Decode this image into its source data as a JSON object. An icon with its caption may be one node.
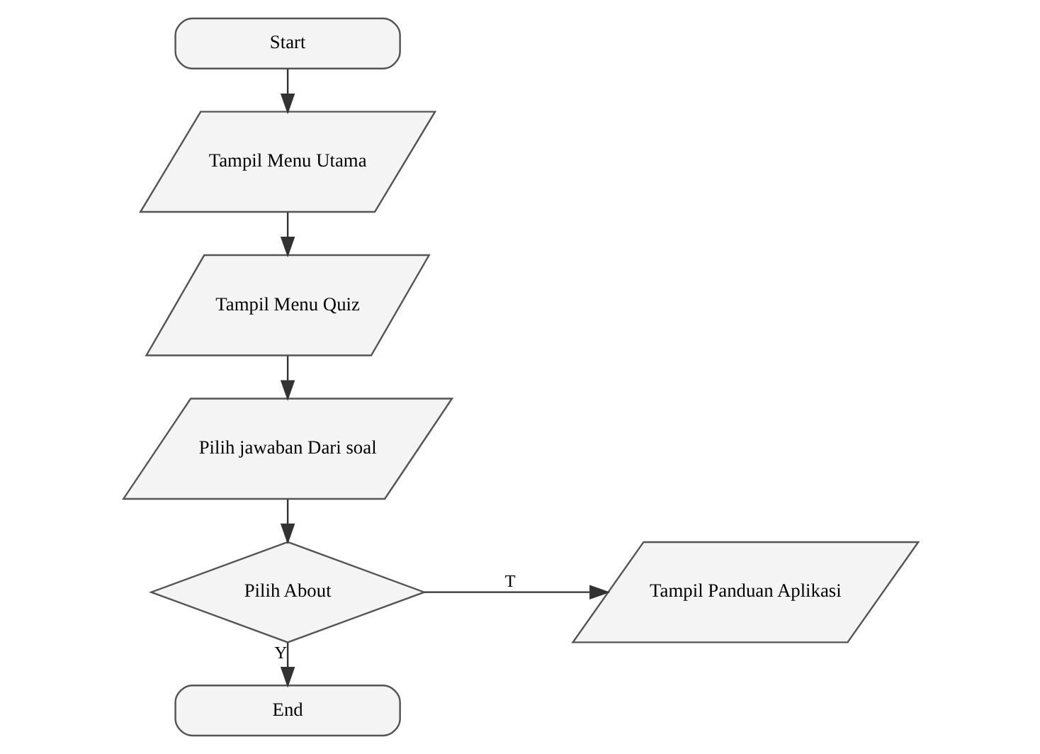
{
  "diagram": {
    "nodes": [
      {
        "text": [
          "Start"
        ]
      },
      {
        "text": [
          "Tampil Menu Utama"
        ]
      },
      {
        "text": [
          "Tampil Menu Quiz"
        ]
      },
      {
        "text": [
          "Pilih jawaban Dari soal"
        ]
      },
      {
        "text": [
          "Pilih About"
        ]
      },
      {
        "text": [
          "Tampil Panduan Aplikasi"
        ]
      },
      {
        "text": [
          "End"
        ]
      }
    ],
    "edges": [
      {
        "from": 0,
        "to": 1,
        "arrow": "to"
      },
      {
        "from": 1,
        "to": 2,
        "arrow": "to"
      },
      {
        "from": 2,
        "to": 3,
        "arrow": "to"
      },
      {
        "from": 3,
        "to": 4,
        "arrow": "to"
      },
      {
        "from": 4,
        "to": 5,
        "arrow": "to",
        "label": "T"
      },
      {
        "from": 4,
        "to": 6,
        "arrow": "to",
        "label": "Y"
      }
    ]
  }
}
